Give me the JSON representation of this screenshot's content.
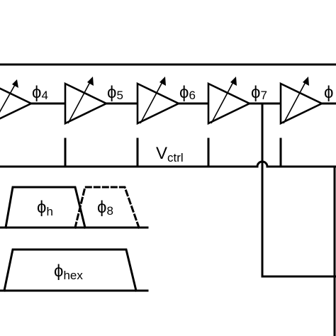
{
  "labels": {
    "phi_base": "ϕ",
    "stage_subs": [
      "4",
      "5",
      "6",
      "7",
      ""
    ],
    "vctrl_main": "V",
    "vctrl_sub": "ctrl",
    "phi_h_sub": "h",
    "phi_8_sub": "8",
    "phi_hex_sub": "hex"
  },
  "colors": {
    "stroke": "#000000",
    "background": "#ffffff"
  }
}
